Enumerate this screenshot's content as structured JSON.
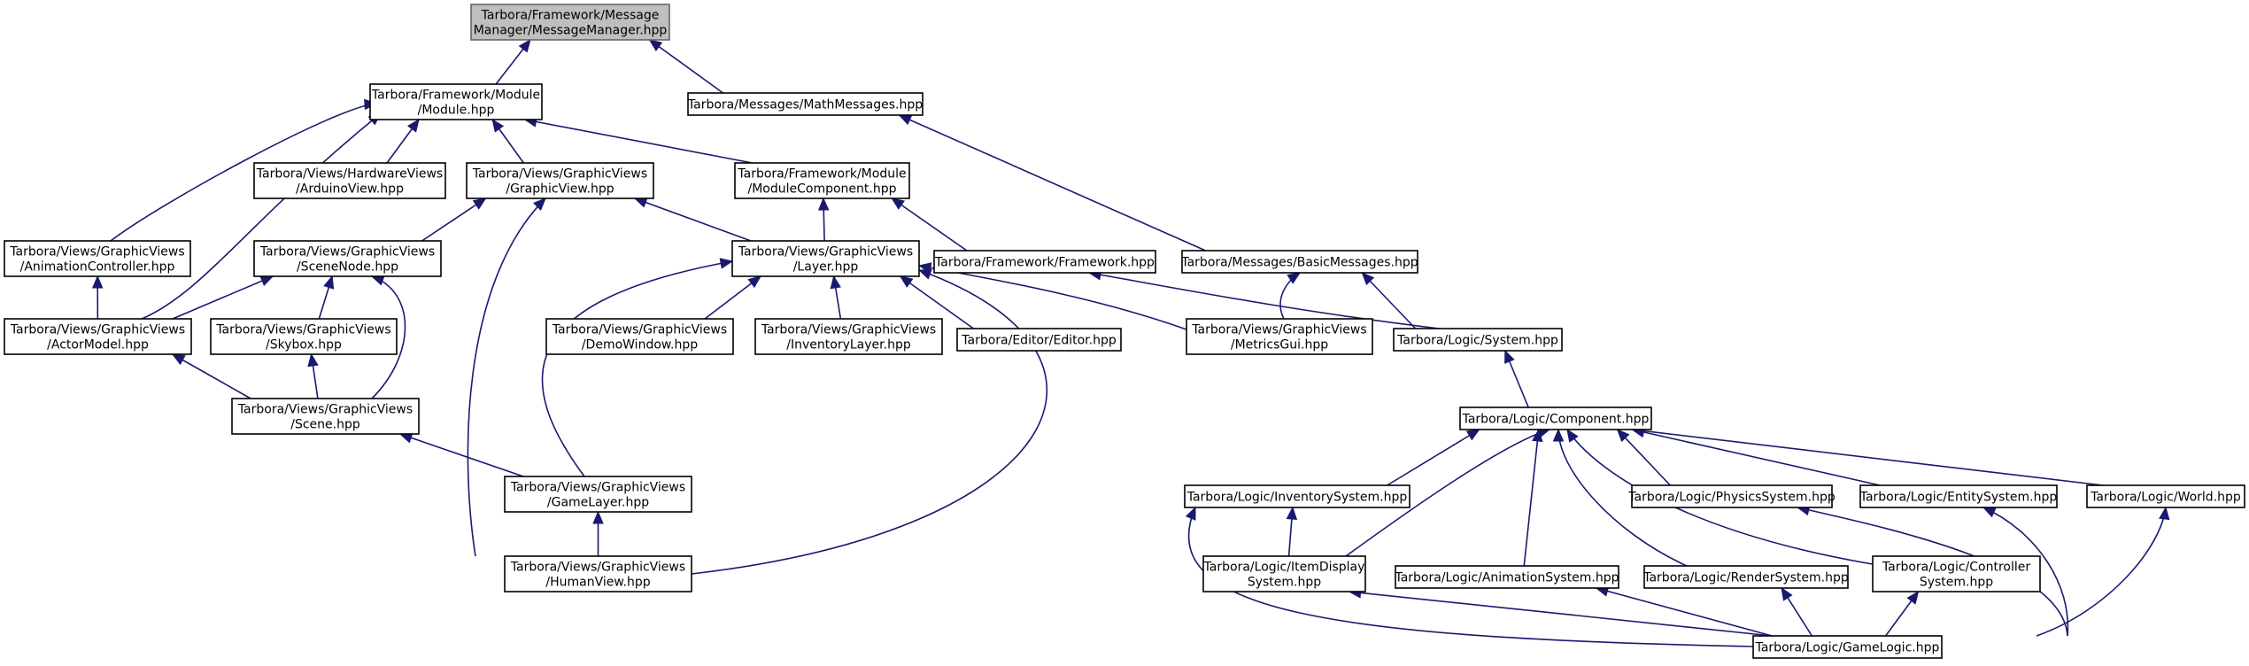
{
  "diagram": {
    "type": "include-dependency-graph",
    "nodes": {
      "message_manager": [
        "Tarbora/Framework/Message",
        "Manager/MessageManager.hpp"
      ],
      "module": [
        "Tarbora/Framework/Module",
        "/Module.hpp"
      ],
      "math_messages": [
        "Tarbora/Messages/MathMessages.hpp"
      ],
      "arduino_view": [
        "Tarbora/Views/HardwareViews",
        "/ArduinoView.hpp"
      ],
      "graphic_view": [
        "Tarbora/Views/GraphicViews",
        "/GraphicView.hpp"
      ],
      "module_component": [
        "Tarbora/Framework/Module",
        "/ModuleComponent.hpp"
      ],
      "animation_controller": [
        "Tarbora/Views/GraphicViews",
        "/AnimationController.hpp"
      ],
      "scene_node": [
        "Tarbora/Views/GraphicViews",
        "/SceneNode.hpp"
      ],
      "layer": [
        "Tarbora/Views/GraphicViews",
        "/Layer.hpp"
      ],
      "framework": [
        "Tarbora/Framework/Framework.hpp"
      ],
      "basic_messages": [
        "Tarbora/Messages/BasicMessages.hpp"
      ],
      "actor_model": [
        "Tarbora/Views/GraphicViews",
        "/ActorModel.hpp"
      ],
      "skybox": [
        "Tarbora/Views/GraphicViews",
        "/Skybox.hpp"
      ],
      "demo_window": [
        "Tarbora/Views/GraphicViews",
        "/DemoWindow.hpp"
      ],
      "inventory_layer": [
        "Tarbora/Views/GraphicViews",
        "/InventoryLayer.hpp"
      ],
      "editor": [
        "Tarbora/Editor/Editor.hpp"
      ],
      "metrics_gui": [
        "Tarbora/Views/GraphicViews",
        "/MetricsGui.hpp"
      ],
      "system": [
        "Tarbora/Logic/System.hpp"
      ],
      "scene": [
        "Tarbora/Views/GraphicViews",
        "/Scene.hpp"
      ],
      "component": [
        "Tarbora/Logic/Component.hpp"
      ],
      "game_layer": [
        "Tarbora/Views/GraphicViews",
        "/GameLayer.hpp"
      ],
      "inventory_system": [
        "Tarbora/Logic/InventorySystem.hpp"
      ],
      "physics_system": [
        "Tarbora/Logic/PhysicsSystem.hpp"
      ],
      "entity_system": [
        "Tarbora/Logic/EntitySystem.hpp"
      ],
      "world": [
        "Tarbora/Logic/World.hpp"
      ],
      "human_view": [
        "Tarbora/Views/GraphicViews",
        "/HumanView.hpp"
      ],
      "item_display_system": [
        "Tarbora/Logic/ItemDisplay",
        "System.hpp"
      ],
      "animation_system": [
        "Tarbora/Logic/AnimationSystem.hpp"
      ],
      "render_system": [
        "Tarbora/Logic/RenderSystem.hpp"
      ],
      "controller_system": [
        "Tarbora/Logic/Controller",
        "System.hpp"
      ],
      "game_logic": [
        "Tarbora/Logic/GameLogic.hpp"
      ]
    },
    "root": "message_manager",
    "edges": [
      [
        "message_manager",
        "module"
      ],
      [
        "message_manager",
        "math_messages"
      ],
      [
        "module",
        "animation_controller"
      ],
      [
        "module",
        "actor_model"
      ],
      [
        "module",
        "arduino_view"
      ],
      [
        "module",
        "graphic_view"
      ],
      [
        "module",
        "module_component"
      ],
      [
        "math_messages",
        "basic_messages"
      ],
      [
        "graphic_view",
        "scene_node"
      ],
      [
        "graphic_view",
        "layer"
      ],
      [
        "graphic_view",
        "human_view"
      ],
      [
        "module_component",
        "layer"
      ],
      [
        "module_component",
        "framework"
      ],
      [
        "animation_controller",
        "actor_model"
      ],
      [
        "scene_node",
        "actor_model"
      ],
      [
        "scene_node",
        "skybox"
      ],
      [
        "scene_node",
        "scene"
      ],
      [
        "layer",
        "game_layer"
      ],
      [
        "layer",
        "demo_window"
      ],
      [
        "layer",
        "inventory_layer"
      ],
      [
        "layer",
        "editor"
      ],
      [
        "layer",
        "metrics_gui"
      ],
      [
        "layer",
        "human_view"
      ],
      [
        "framework",
        "system"
      ],
      [
        "basic_messages",
        "metrics_gui"
      ],
      [
        "basic_messages",
        "system"
      ],
      [
        "actor_model",
        "scene"
      ],
      [
        "skybox",
        "scene"
      ],
      [
        "scene",
        "game_layer"
      ],
      [
        "game_layer",
        "human_view"
      ],
      [
        "system",
        "component"
      ],
      [
        "component",
        "inventory_system"
      ],
      [
        "component",
        "item_display_system"
      ],
      [
        "component",
        "animation_system"
      ],
      [
        "component",
        "render_system"
      ],
      [
        "component",
        "controller_system"
      ],
      [
        "component",
        "physics_system"
      ],
      [
        "component",
        "entity_system"
      ],
      [
        "component",
        "world"
      ],
      [
        "inventory_system",
        "item_display_system"
      ],
      [
        "inventory_system",
        "game_logic"
      ],
      [
        "item_display_system",
        "game_logic"
      ],
      [
        "animation_system",
        "game_logic"
      ],
      [
        "render_system",
        "game_logic"
      ],
      [
        "controller_system",
        "game_logic"
      ],
      [
        "physics_system",
        "game_logic"
      ],
      [
        "entity_system",
        "game_logic"
      ],
      [
        "world",
        "game_logic"
      ]
    ]
  },
  "colors": {
    "edge": "#191970",
    "root_fill": "#bfbfbf",
    "node_fill": "#ffffff"
  }
}
